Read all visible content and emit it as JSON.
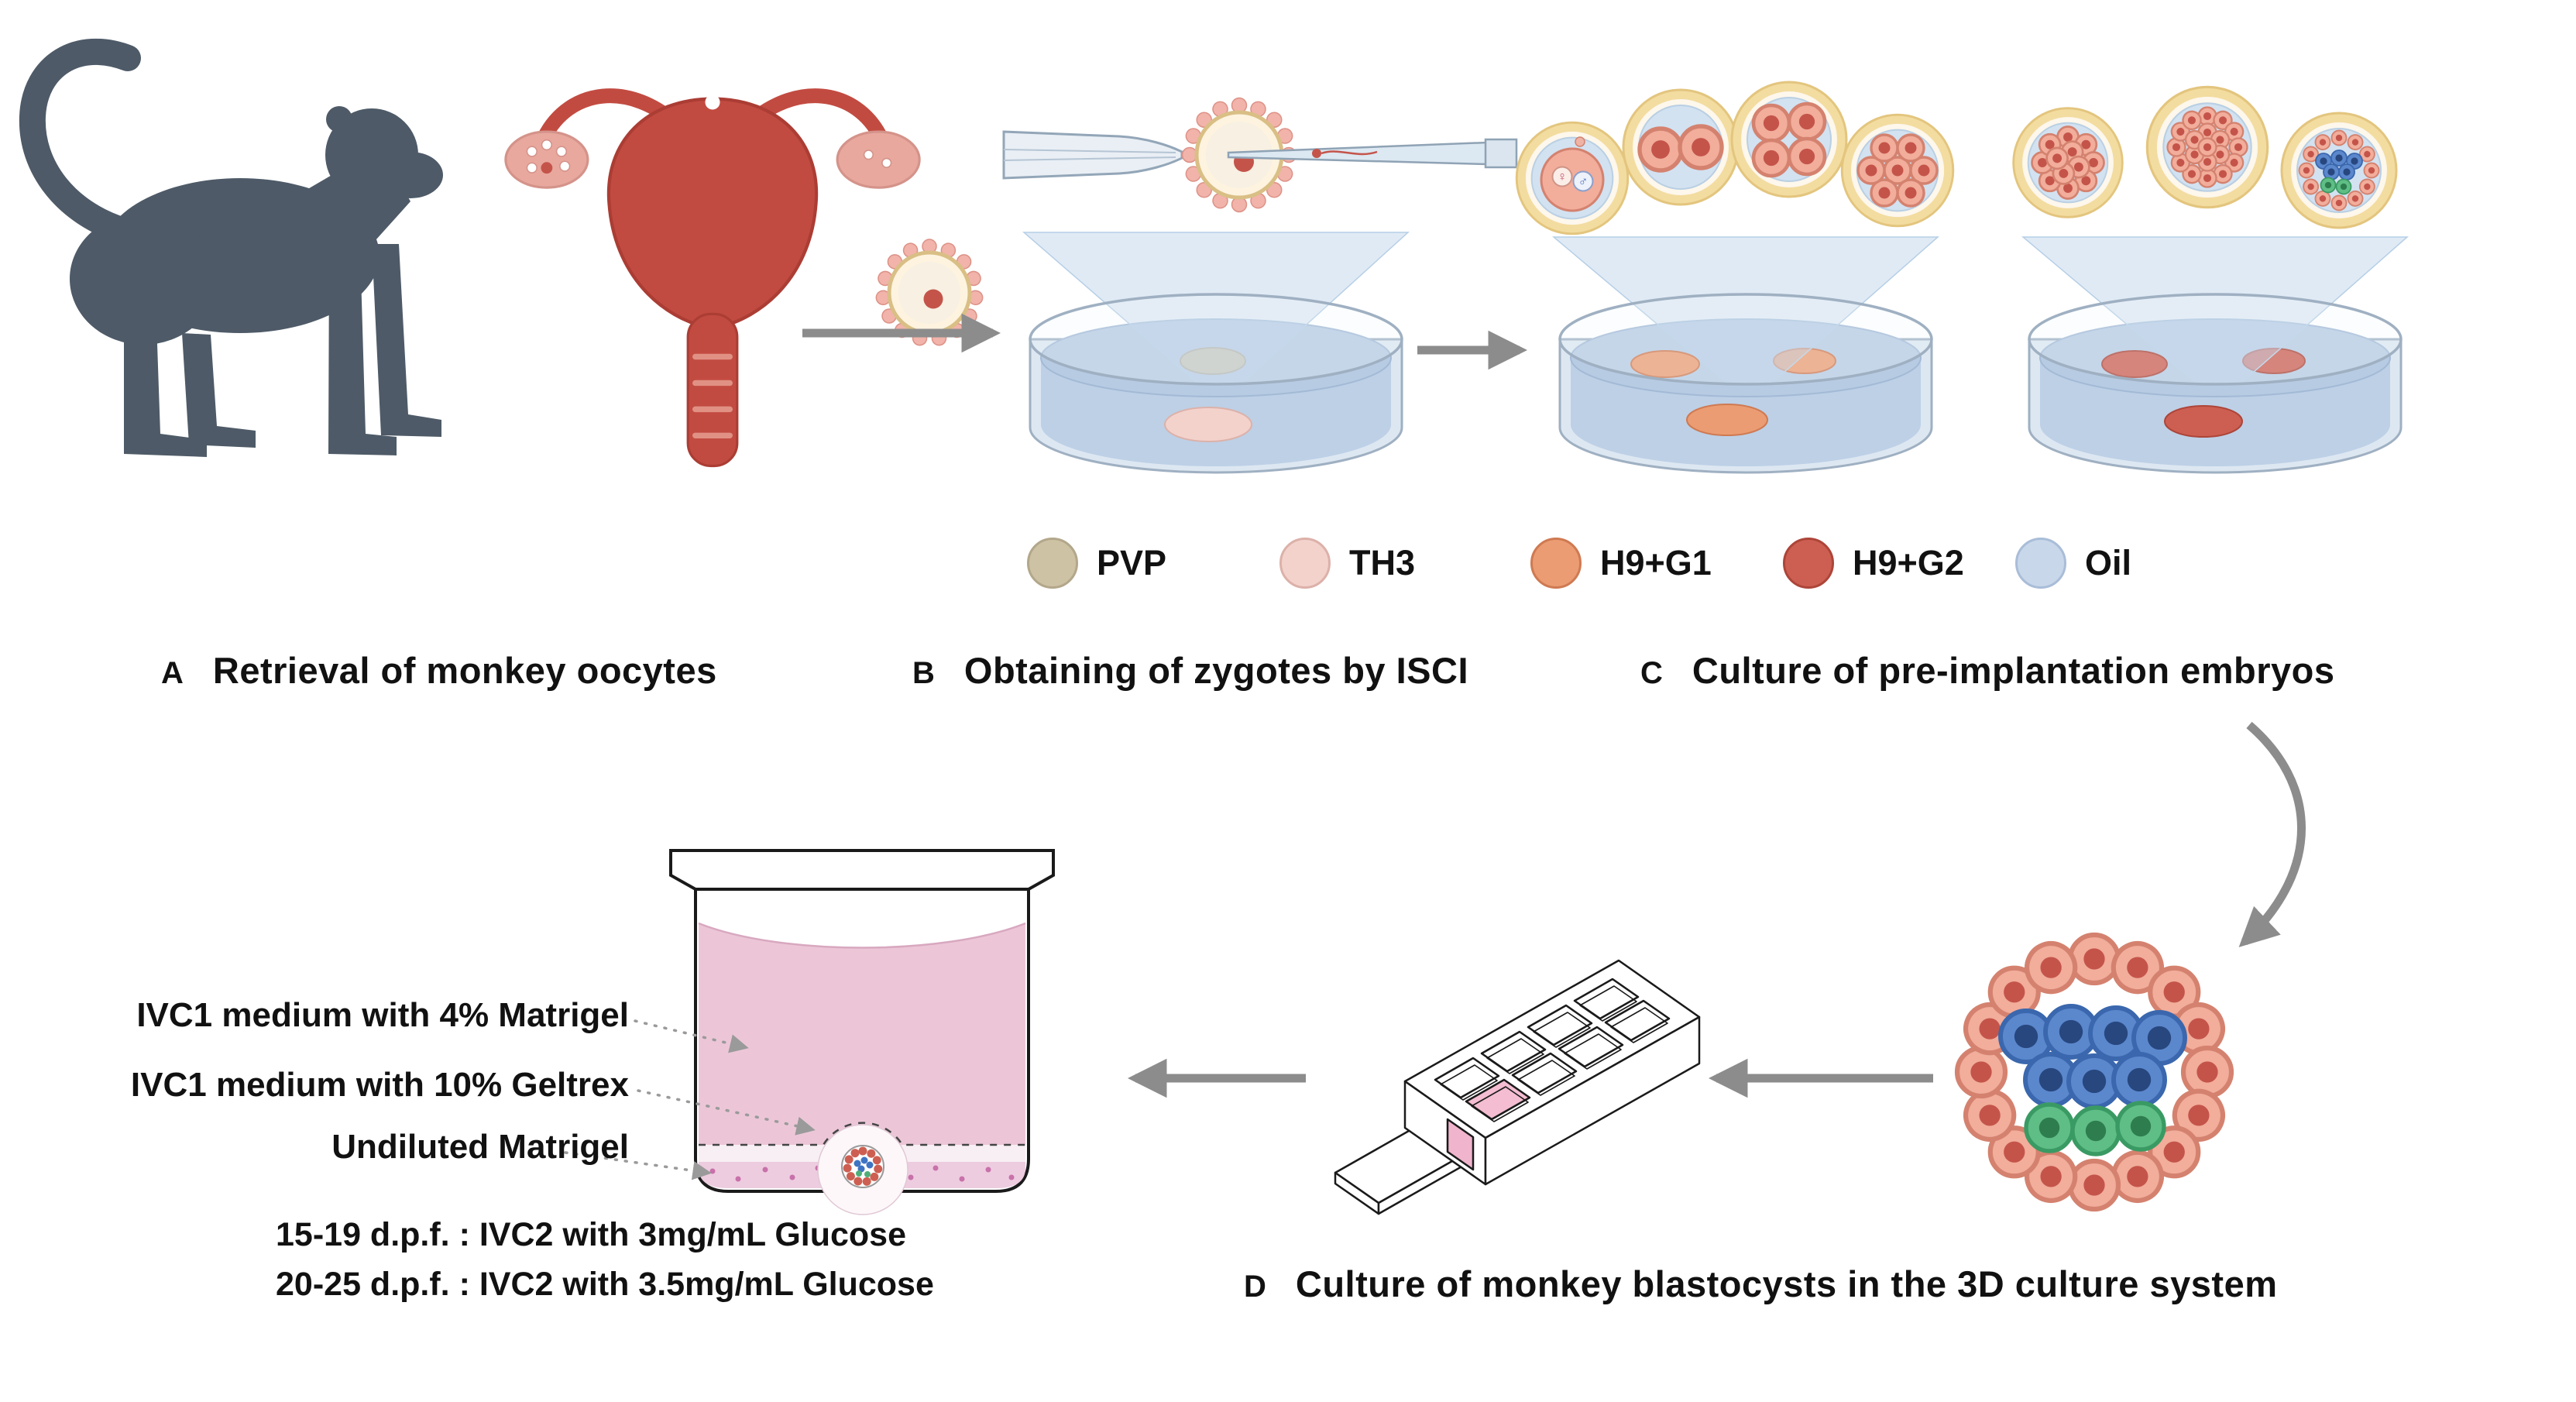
{
  "panels": {
    "a": {
      "letter": "A",
      "caption": "Retrieval of monkey oocytes"
    },
    "b": {
      "letter": "B",
      "caption": "Obtaining of zygotes by ISCI"
    },
    "c": {
      "letter": "C",
      "caption": "Culture of pre-implantation embryos"
    },
    "d": {
      "letter": "D",
      "caption": "Culture of monkey blastocysts in the 3D culture system"
    }
  },
  "legend": {
    "items": [
      {
        "label": "PVP",
        "color": "#cdc2a4",
        "style": "background:#cdc2a4;border-color:#b3a78b"
      },
      {
        "label": "TH3",
        "color": "#f3d2cc",
        "style": "background:#f3d2cc;border-color:#dcb1a9"
      },
      {
        "label": "H9+G1",
        "color": "#eb9c72",
        "style": "background:#eb9c72;border-color:#cf7a52"
      },
      {
        "label": "H9+G2",
        "color": "#cd5f52",
        "style": "background:#cd5f52;border-color:#ad4539"
      },
      {
        "label": "Oil",
        "color": "#c9d7ea",
        "style": "background:#c9d7ea;border-color:#a9bdd8"
      }
    ]
  },
  "beaker": {
    "labels": [
      "IVC1 medium with 4% Matrigel",
      "IVC1 medium with 10% Geltrex",
      "Undiluted Matrigel"
    ],
    "notes": [
      "15-19 d.p.f. : IVC2 with 3mg/mL Glucose",
      "20-25 d.p.f. : IVC2 with 3.5mg/mL Glucose"
    ]
  },
  "zygote": {
    "symbols": [
      "♀",
      "♂"
    ]
  },
  "colors": {
    "monkey": "#4e5a67",
    "uterus": "#c24b41",
    "ovary": "#e9a89e",
    "dish_liquid": "#b7cbe3",
    "light_cone": "#bad1e9",
    "embryo_ring": "#f3dca0",
    "embryo_cell": "#f2ad9b",
    "nucleus": "#c4544a",
    "icm_blue": "#5b87cd",
    "hypoblast_green": "#5fbe85",
    "medium_pink": "#ecc6d7",
    "matrigel_pink": "#edccdf",
    "arrow_gray": "#8c8c8c"
  }
}
